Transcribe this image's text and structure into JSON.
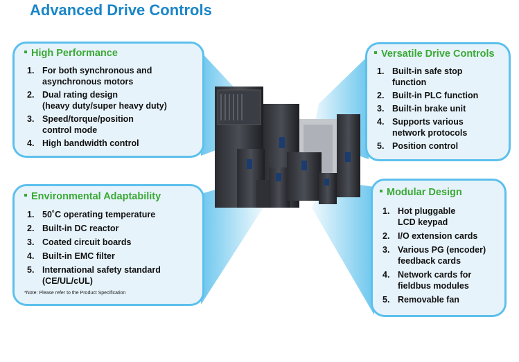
{
  "title": "Advanced Drive Controls",
  "colors": {
    "title": "#1a86c8",
    "heading": "#3aa935",
    "border": "#5cc0ec",
    "panel": "#e7f3fb"
  },
  "panels": {
    "high_performance": {
      "heading": "High Performance",
      "items": [
        {
          "num": "1.",
          "lines": [
            "For both synchronous and",
            "asynchronous motors"
          ]
        },
        {
          "num": "2.",
          "lines": [
            "Dual rating design",
            "(heavy duty/super heavy duty)"
          ]
        },
        {
          "num": "3.",
          "lines": [
            "Speed/torque/position",
            "control mode"
          ]
        },
        {
          "num": "4.",
          "lines": [
            "High bandwidth control"
          ]
        }
      ]
    },
    "environmental": {
      "heading": "Environmental Adaptability",
      "items": [
        {
          "num": "1.",
          "lines": [
            "50˚C operating temperature"
          ]
        },
        {
          "num": "2.",
          "lines": [
            "Built-in DC reactor"
          ]
        },
        {
          "num": "3.",
          "lines": [
            "Coated circuit boards"
          ]
        },
        {
          "num": "4.",
          "lines": [
            "Built-in EMC filter"
          ]
        },
        {
          "num": "5.",
          "lines": [
            "International safety standard",
            "(CE/UL/cUL)"
          ]
        }
      ],
      "note": "*Note: Please refer to the Product Specification"
    },
    "versatile": {
      "heading": "Versatile Drive Controls",
      "items": [
        {
          "num": "1.",
          "lines": [
            "Built-in safe stop",
            "function"
          ]
        },
        {
          "num": "2.",
          "lines": [
            "Built-in PLC function"
          ]
        },
        {
          "num": "3.",
          "lines": [
            "Built-in brake unit"
          ]
        },
        {
          "num": "4.",
          "lines": [
            "Supports various",
            "network protocols"
          ]
        },
        {
          "num": "5.",
          "lines": [
            "Position control"
          ]
        }
      ]
    },
    "modular": {
      "heading": "Modular Design",
      "items": [
        {
          "num": "1.",
          "lines": [
            "Hot pluggable",
            "LCD keypad"
          ]
        },
        {
          "num": "2.",
          "lines": [
            "I/O extension cards"
          ]
        },
        {
          "num": "3.",
          "lines": [
            "Various PG (encoder)",
            "feedback cards"
          ]
        },
        {
          "num": "4.",
          "lines": [
            "Network cards for",
            "fieldbus modules"
          ]
        },
        {
          "num": "5.",
          "lines": [
            "Removable fan"
          ]
        }
      ]
    }
  }
}
